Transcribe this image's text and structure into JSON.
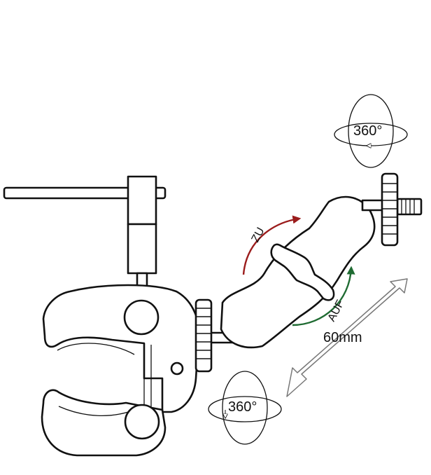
{
  "labels": {
    "rotation_top": "360°",
    "rotation_bottom": "360°",
    "close": "ZU",
    "open": "AUF",
    "length": "60mm"
  },
  "colors": {
    "close_arrow": "#9b1c1c",
    "open_arrow": "#1f6b32",
    "line": "#111111",
    "length_arrow": "#777777"
  }
}
